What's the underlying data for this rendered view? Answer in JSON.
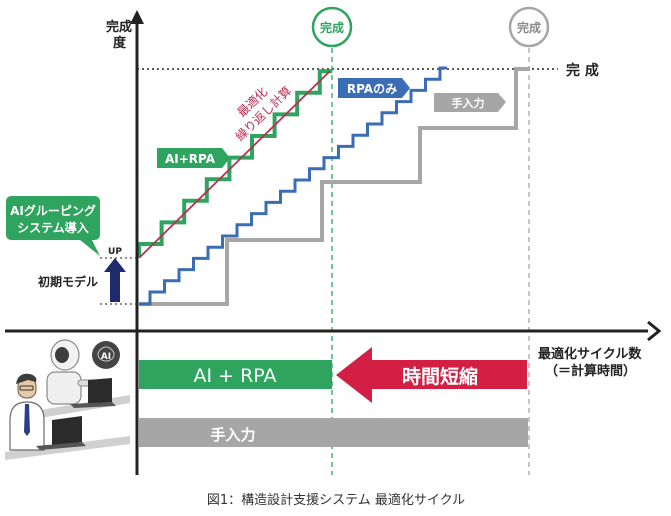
{
  "axis": {
    "y_label_line1": "完成",
    "y_label_line2": "度",
    "x_label_line1": "最適化サイクル数",
    "x_label_line2": "（＝計算時間）"
  },
  "markers": {
    "complete_green": "完成",
    "complete_gray": "完成",
    "complete_line": "完 成"
  },
  "labels": {
    "optimization_line1": "最適化",
    "optimization_line2": "繰り返し計算",
    "ai_rpa_tag": "AI+RPA",
    "rpa_only_tag": "RPAのみ",
    "manual_tag": "手入力",
    "ai_grouping_line1": "AIグルーピング",
    "ai_grouping_line2": "システム導入",
    "up": "UP",
    "initial_model": "初期モデル"
  },
  "bars": {
    "ai_rpa": "AI + RPA",
    "time_reduction": "時間短縮",
    "manual": "手入力"
  },
  "icons": {
    "ai_badge": "AI"
  },
  "caption": "図1：構造設計支援システム 最適化サイクル",
  "colors": {
    "green": "#2ea45f",
    "blue": "#3a6db5",
    "gray": "#a6a6a6",
    "red_line": "#b8304f",
    "red_arrow": "#d41f45",
    "navy_arrow": "#1e2a6b",
    "dark": "#222222"
  }
}
